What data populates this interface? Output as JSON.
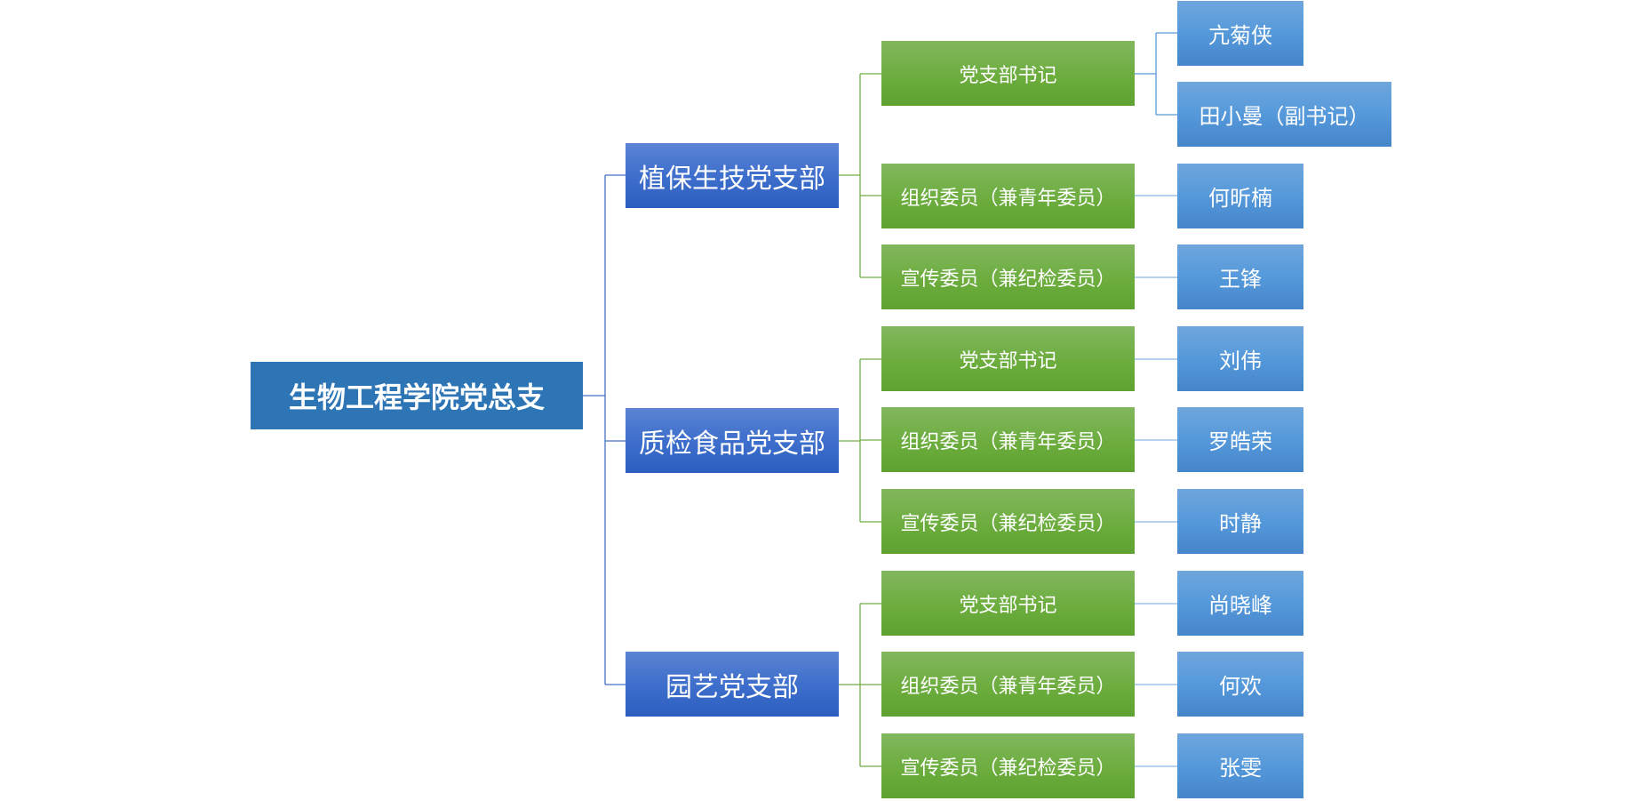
{
  "root": {
    "label": "生物工程学院党总支"
  },
  "branches": [
    {
      "label": "植保生技党支部",
      "roles": [
        {
          "label": "党支部书记",
          "people": [
            "亢菊侠",
            "田小曼（副书记）"
          ]
        },
        {
          "label": "组织委员（兼青年委员）",
          "people": [
            "何昕楠"
          ]
        },
        {
          "label": "宣传委员（兼纪检委员）",
          "people": [
            "王锋"
          ]
        }
      ]
    },
    {
      "label": "质检食品党支部",
      "roles": [
        {
          "label": "党支部书记",
          "people": [
            "刘伟"
          ]
        },
        {
          "label": "组织委员（兼青年委员）",
          "people": [
            "罗皓荣"
          ]
        },
        {
          "label": "宣传委员（兼纪检委员）",
          "people": [
            "时静"
          ]
        }
      ]
    },
    {
      "label": "园艺党支部",
      "roles": [
        {
          "label": "党支部书记",
          "people": [
            "尚晓峰"
          ]
        },
        {
          "label": "组织委员（兼青年委员）",
          "people": [
            "何欢"
          ]
        },
        {
          "label": "宣传委员（兼纪检委员）",
          "people": [
            "张雯"
          ]
        }
      ]
    }
  ],
  "colors": {
    "root": "#2e75b6",
    "branch": "#3e6fcc",
    "role": "#6cad3e",
    "person": "#5599db",
    "line_root": "#4472c4",
    "line_branch": "#70ad47",
    "line_role": "#9dc3e6"
  }
}
